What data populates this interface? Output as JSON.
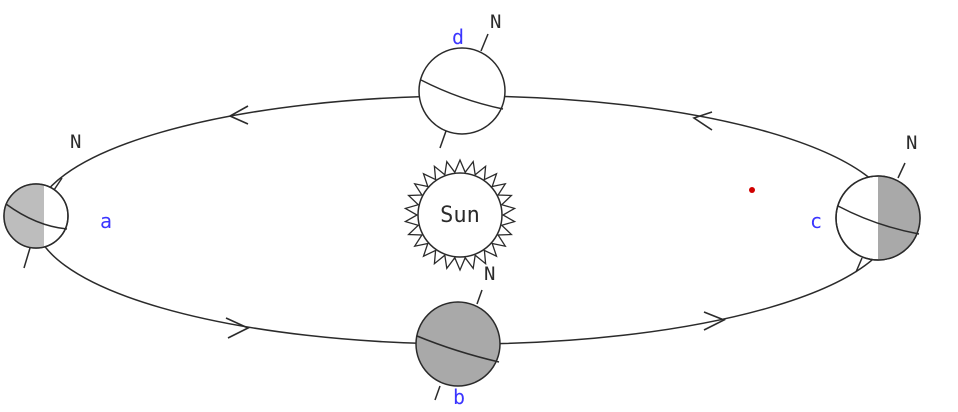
{
  "diagram": {
    "sun_label": "Sun",
    "north_label": "N",
    "positions": [
      {
        "id": "a",
        "label": "a"
      },
      {
        "id": "b",
        "label": "b"
      },
      {
        "id": "c",
        "label": "c"
      },
      {
        "id": "d",
        "label": "d"
      }
    ]
  },
  "colors": {
    "stroke": "#2b2b2b",
    "shade": "#bdbdbd",
    "shade_dark": "#a9a9a9",
    "label_blue": "#3b35ff",
    "red_dot": "#d00000",
    "background": "#ffffff"
  }
}
